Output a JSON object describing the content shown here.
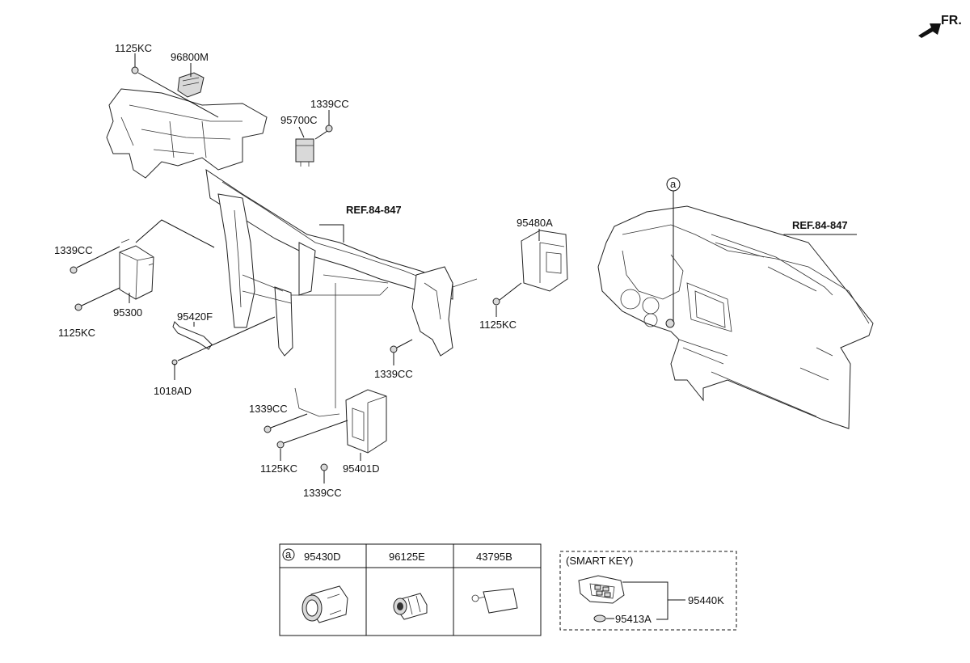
{
  "direction": {
    "label": "FR."
  },
  "references": {
    "left": "REF.84-847",
    "right": "REF.84-847"
  },
  "circle_marker": "a",
  "callouts": {
    "bolt_top": "1125KC",
    "module_96800m": "96800M",
    "nut_top_right": "1339CC",
    "module_95700c": "95700C",
    "nut_left": "1339CC",
    "module_95300": "95300",
    "bolt_left": "1125KC",
    "bracket_95420f": "95420F",
    "screw_1018ad": "1018AD",
    "module_95480a": "95480A",
    "bolt_right": "1125KC",
    "nut_center": "1339CC",
    "nut_lower_left": "1339CC",
    "bolt_lower": "1125KC",
    "module_95401d": "95401D",
    "nut_bottom": "1339CC"
  },
  "parts_table": {
    "marker": "a",
    "columns": [
      "95430D",
      "96125E",
      "43795B"
    ]
  },
  "smart_key": {
    "title": "(SMART KEY)",
    "assembly_label": "95440K",
    "battery_label": "95413A"
  }
}
